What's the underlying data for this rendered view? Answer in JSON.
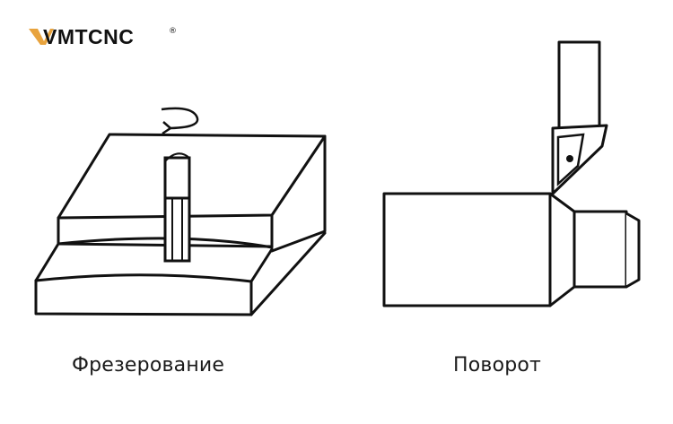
{
  "logo": {
    "text": "VMTCNC",
    "registered": "®",
    "accent_color": "#E8A33D",
    "text_color": "#111111"
  },
  "captions": {
    "milling": "Фрезерование",
    "turning": "Поворот"
  },
  "colors": {
    "line": "#111111",
    "background": "#ffffff"
  }
}
